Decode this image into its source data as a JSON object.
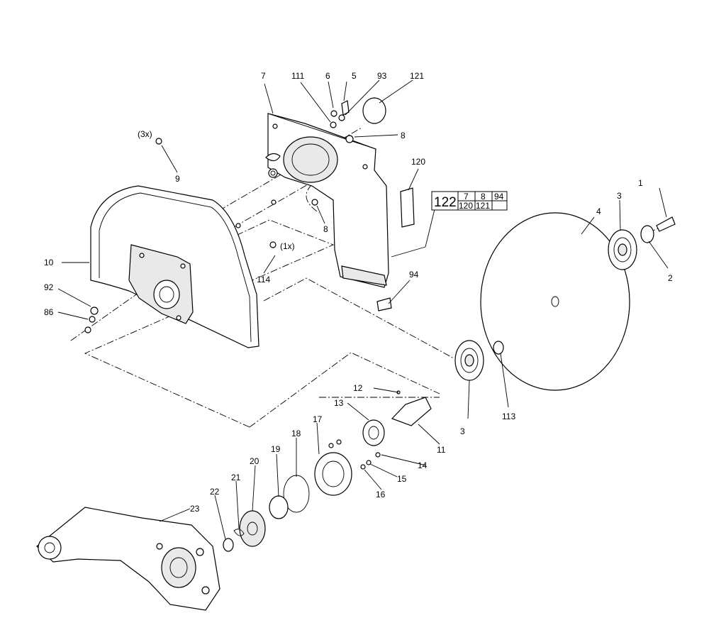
{
  "callouts": {
    "c1": "1",
    "c2": "2",
    "c3a": "3",
    "c3b": "3",
    "c4": "4",
    "c5": "5",
    "c6": "6",
    "c7": "7",
    "c8a": "8",
    "c8b": "8",
    "c9": "9",
    "c10": "10",
    "c11": "11",
    "c12": "12",
    "c13": "13",
    "c14": "14",
    "c15": "15",
    "c16": "16",
    "c17": "17",
    "c18": "18",
    "c19": "19",
    "c20": "20",
    "c21": "21",
    "c22": "22",
    "c23": "23",
    "c86": "86",
    "c92": "92",
    "c93": "93",
    "c94": "94",
    "c111": "111",
    "c113": "113",
    "c114": "114",
    "c120": "120",
    "c121": "121"
  },
  "qty_notes": {
    "q3x": "(3x)",
    "q1x": "(1x)"
  },
  "kit_table": {
    "kit": "122",
    "row1": [
      "7",
      "8",
      "94"
    ],
    "row2": [
      "120",
      "121",
      ""
    ]
  }
}
